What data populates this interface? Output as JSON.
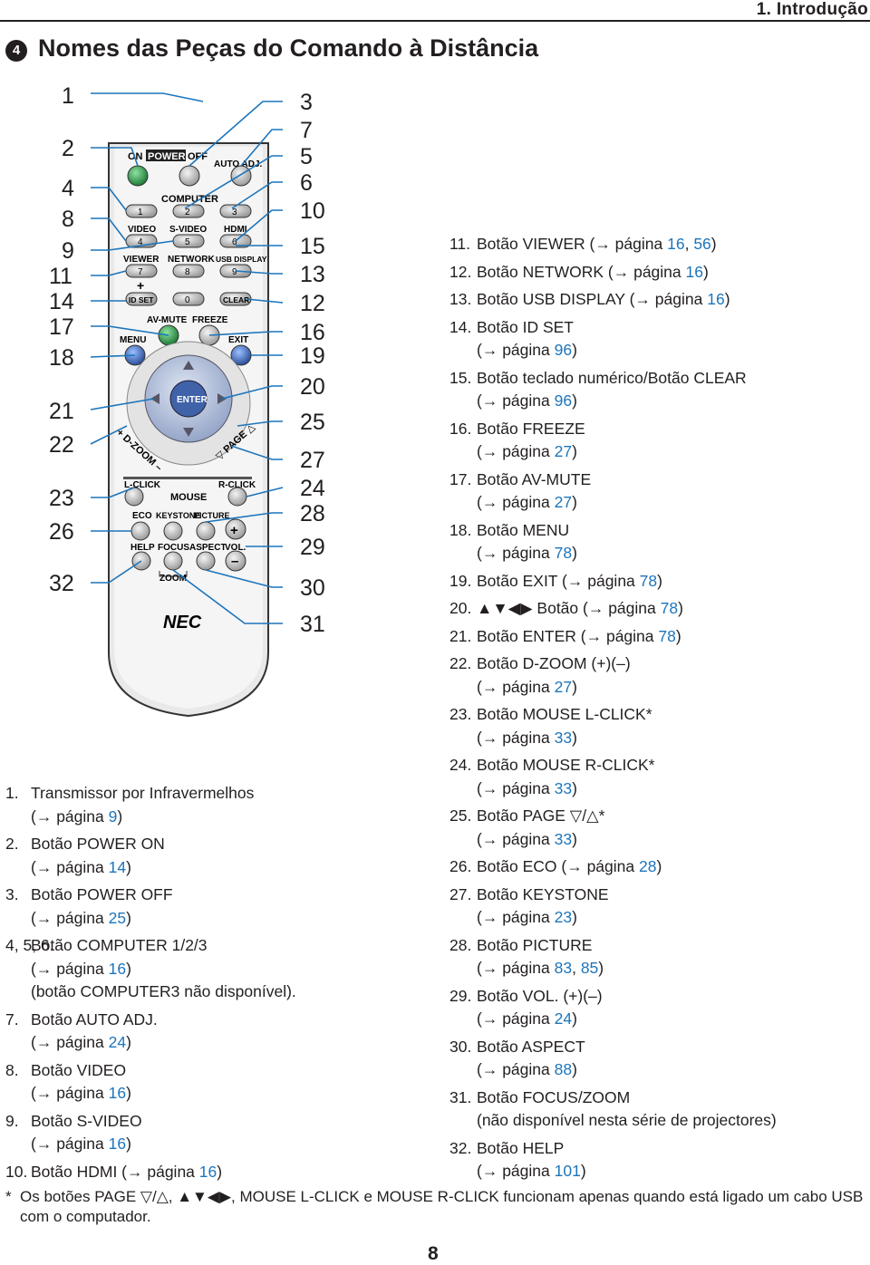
{
  "header": {
    "chapter": "1. Introdução"
  },
  "section": {
    "number": "4",
    "title": "Nomes das Peças do Comando à Distância"
  },
  "callouts": {
    "left": [
      "1",
      "2",
      "4",
      "8",
      "9",
      "11",
      "14",
      "17",
      "18",
      "21",
      "22",
      "23",
      "26",
      "32"
    ],
    "right": [
      "3",
      "7",
      "5",
      "6",
      "10",
      "15",
      "13",
      "12",
      "16",
      "19",
      "20",
      "25",
      "27",
      "24",
      "28",
      "29",
      "30",
      "31"
    ]
  },
  "remote": {
    "on_label": "ON",
    "power_label": "POWER",
    "off_label": "OFF",
    "auto_adj_label": "AUTO ADJ.",
    "computer_label": "COMPUTER",
    "key_1": "1",
    "key_2": "2",
    "key_3": "3",
    "video_label": "VIDEO",
    "svideo_label": "S-VIDEO",
    "hdmi_label": "HDMI",
    "key_4": "4",
    "key_5": "5",
    "key_6": "6",
    "viewer_label": "VIEWER",
    "network_label": "NETWORK",
    "usb_display_label": "USB DISPLAY",
    "key_7": "7",
    "key_8": "8",
    "key_9": "9",
    "plus_label": "+",
    "id_set_label": "ID SET",
    "key_0": "0",
    "clear_label": "CLEAR",
    "av_mute_label": "AV-MUTE",
    "freeze_label": "FREEZE",
    "menu_label": "MENU",
    "exit_label": "EXIT",
    "enter_label": "ENTER",
    "dzoom_label": "+ D-ZOOM –",
    "page_label": "▽ PAGE △",
    "l_click_label": "L-CLICK",
    "mouse_label": "MOUSE",
    "r_click_label": "R-CLICK",
    "eco_label": "ECO",
    "keystone_label": "KEYSTONE",
    "picture_label": "PICTURE",
    "help_label": "HELP",
    "focus_label": "FOCUS",
    "aspect_label": "ASPECT",
    "vol_label": "VOL.",
    "zoom_label": "ZOOM",
    "vol_plus": "+",
    "vol_minus": "–",
    "brand_logo": "NEC"
  },
  "list_left": [
    {
      "n": "1.",
      "lines": [
        [
          "Transmissor por Infravermelhos"
        ],
        [
          "(→ página ",
          {
            "link": "9"
          },
          ")"
        ]
      ]
    },
    {
      "n": "2.",
      "lines": [
        [
          "Botão POWER ON"
        ],
        [
          "(→ página ",
          {
            "link": "14"
          },
          ")"
        ]
      ]
    },
    {
      "n": "3.",
      "lines": [
        [
          "Botão POWER OFF"
        ],
        [
          "(→ página ",
          {
            "link": "25"
          },
          ")"
        ]
      ]
    },
    {
      "n": "4, 5, 6.",
      "lines": [
        [
          "Botão COMPUTER 1/2/3"
        ],
        [
          "(→ página ",
          {
            "link": "16"
          },
          ")"
        ],
        [
          "(botão COMPUTER3 não disponível)."
        ]
      ]
    },
    {
      "n": "7.",
      "lines": [
        [
          "Botão AUTO ADJ."
        ],
        [
          "(→ página ",
          {
            "link": "24"
          },
          ")"
        ]
      ]
    },
    {
      "n": "8.",
      "lines": [
        [
          "Botão VIDEO"
        ],
        [
          "(→ página ",
          {
            "link": "16"
          },
          ")"
        ]
      ]
    },
    {
      "n": "9.",
      "lines": [
        [
          "Botão S-VIDEO"
        ],
        [
          "(→ página ",
          {
            "link": "16"
          },
          ")"
        ]
      ]
    },
    {
      "n": "10.",
      "lines": [
        [
          "Botão HDMI (→ página ",
          {
            "link": "16"
          },
          ")"
        ]
      ]
    }
  ],
  "list_right": [
    {
      "n": "11.",
      "lines": [
        [
          "Botão VIEWER (→ página ",
          {
            "link": "16"
          },
          ", ",
          {
            "link": "56"
          },
          ")"
        ]
      ]
    },
    {
      "n": "12.",
      "lines": [
        [
          "Botão NETWORK (→ página ",
          {
            "link": "16"
          },
          ")"
        ]
      ]
    },
    {
      "n": "13.",
      "lines": [
        [
          "Botão USB DISPLAY (→ página ",
          {
            "link": "16"
          },
          ")"
        ]
      ]
    },
    {
      "n": "14.",
      "lines": [
        [
          "Botão ID SET"
        ],
        [
          "(→ página ",
          {
            "link": "96"
          },
          ")"
        ]
      ]
    },
    {
      "n": "15.",
      "lines": [
        [
          "Botão teclado numérico/Botão CLEAR"
        ],
        [
          "(→ página ",
          {
            "link": "96"
          },
          ")"
        ]
      ]
    },
    {
      "n": "16.",
      "lines": [
        [
          "Botão FREEZE"
        ],
        [
          "(→ página ",
          {
            "link": "27"
          },
          ")"
        ]
      ]
    },
    {
      "n": "17.",
      "lines": [
        [
          "Botão AV-MUTE"
        ],
        [
          "(→ página ",
          {
            "link": "27"
          },
          ")"
        ]
      ]
    },
    {
      "n": "18.",
      "lines": [
        [
          "Botão MENU"
        ],
        [
          "(→ página ",
          {
            "link": "78"
          },
          ")"
        ]
      ]
    },
    {
      "n": "19.",
      "lines": [
        [
          "Botão EXIT (→ página ",
          {
            "link": "78"
          },
          ")"
        ]
      ]
    },
    {
      "n": "20.",
      "lines": [
        [
          "▲▼◀▶ Botão (→ página ",
          {
            "link": "78"
          },
          ")"
        ]
      ]
    },
    {
      "n": "21.",
      "lines": [
        [
          "Botão ENTER (→ página ",
          {
            "link": "78"
          },
          ")"
        ]
      ]
    },
    {
      "n": "22.",
      "lines": [
        [
          "Botão D-ZOOM (+)(–)"
        ],
        [
          "(→ página ",
          {
            "link": "27"
          },
          ")"
        ]
      ]
    },
    {
      "n": "23.",
      "lines": [
        [
          "Botão MOUSE L-CLICK*"
        ],
        [
          "(→ página ",
          {
            "link": "33"
          },
          ")"
        ]
      ]
    },
    {
      "n": "24.",
      "lines": [
        [
          "Botão MOUSE R-CLICK*"
        ],
        [
          "(→ página ",
          {
            "link": "33"
          },
          ")"
        ]
      ]
    },
    {
      "n": "25.",
      "lines": [
        [
          "Botão PAGE ▽/△*"
        ],
        [
          "(→ página ",
          {
            "link": "33"
          },
          ")"
        ]
      ]
    },
    {
      "n": "26.",
      "lines": [
        [
          "Botão ECO (→ página ",
          {
            "link": "28"
          },
          ")"
        ]
      ]
    },
    {
      "n": "27.",
      "lines": [
        [
          "Botão KEYSTONE"
        ],
        [
          "(→ página ",
          {
            "link": "23"
          },
          ")"
        ]
      ]
    },
    {
      "n": "28.",
      "lines": [
        [
          "Botão PICTURE"
        ],
        [
          "(→ página ",
          {
            "link": "83"
          },
          ", ",
          {
            "link": "85"
          },
          ")"
        ]
      ]
    },
    {
      "n": "29.",
      "lines": [
        [
          "Botão VOL. (+)(–)"
        ],
        [
          "(→ página ",
          {
            "link": "24"
          },
          ")"
        ]
      ]
    },
    {
      "n": "30.",
      "lines": [
        [
          "Botão ASPECT"
        ],
        [
          "(→ página ",
          {
            "link": "88"
          },
          ")"
        ]
      ]
    },
    {
      "n": "31.",
      "lines": [
        [
          "Botão FOCUS/ZOOM"
        ],
        [
          "(não disponível nesta série de projectores)"
        ]
      ]
    },
    {
      "n": "32.",
      "lines": [
        [
          "Botão HELP"
        ],
        [
          "(→ página ",
          {
            "link": "101"
          },
          ")"
        ]
      ]
    }
  ],
  "footnote": {
    "star": "*",
    "text": "Os botões PAGE ▽/△, ▲▼◀▶, MOUSE L-CLICK e MOUSE R-CLICK funcionam apenas quando está ligado um cabo USB com o computador."
  },
  "page_number": "8",
  "colors": {
    "link": "#1c75bc",
    "green_button": "#3aa05a",
    "blue_button": "#3d6eb4",
    "text": "#231f20"
  }
}
